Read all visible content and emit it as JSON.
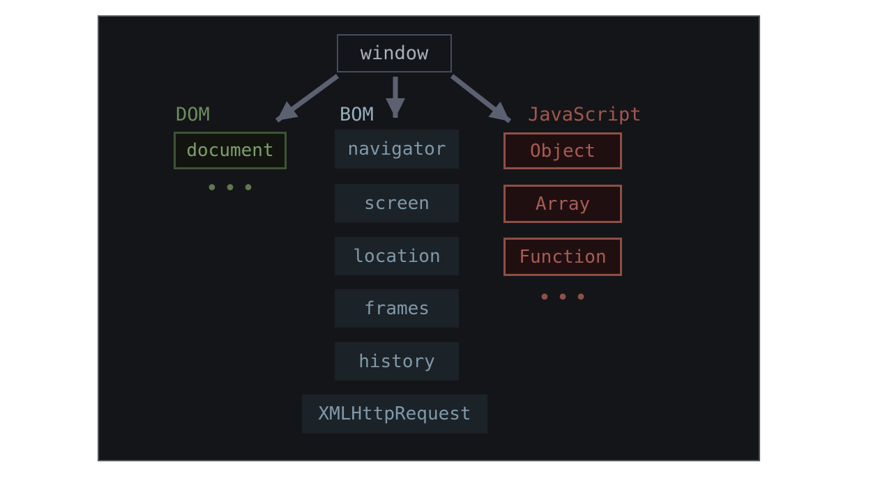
{
  "page": {
    "background_color": "#ffffff"
  },
  "panel": {
    "background_color": "#141519",
    "border_color": "#54565c"
  },
  "diagram": {
    "root": {
      "label": "window",
      "border_color": "#464c5e",
      "text_color": "#a9aeb8"
    },
    "arrow_color": "#5c6172",
    "ellipsis": "•••",
    "columns": [
      {
        "id": "dom",
        "label": "DOM",
        "label_color": "#6d8c5c",
        "box_border_color": "#3e5434",
        "box_background_color": "#12150f",
        "box_text_color": "#7e9e6e",
        "items": [
          "document"
        ],
        "has_ellipsis": true,
        "ellipsis_color": "#5d7a4d"
      },
      {
        "id": "bom",
        "label": "BOM",
        "label_color": "#94adbb",
        "box_border_color": "none",
        "box_background_color": "#1b2228",
        "box_text_color": "#8099a9",
        "items": [
          "navigator",
          "screen",
          "location",
          "frames",
          "history",
          "XMLHttpRequest"
        ],
        "has_ellipsis": false
      },
      {
        "id": "javascript",
        "label": "JavaScript",
        "label_color": "#a3564c",
        "box_border_color": "#8f4f45",
        "box_background_color": "#200f11",
        "box_text_color": "#a85c52",
        "items": [
          "Object",
          "Array",
          "Function"
        ],
        "has_ellipsis": true,
        "ellipsis_color": "#8e5048"
      }
    ]
  }
}
